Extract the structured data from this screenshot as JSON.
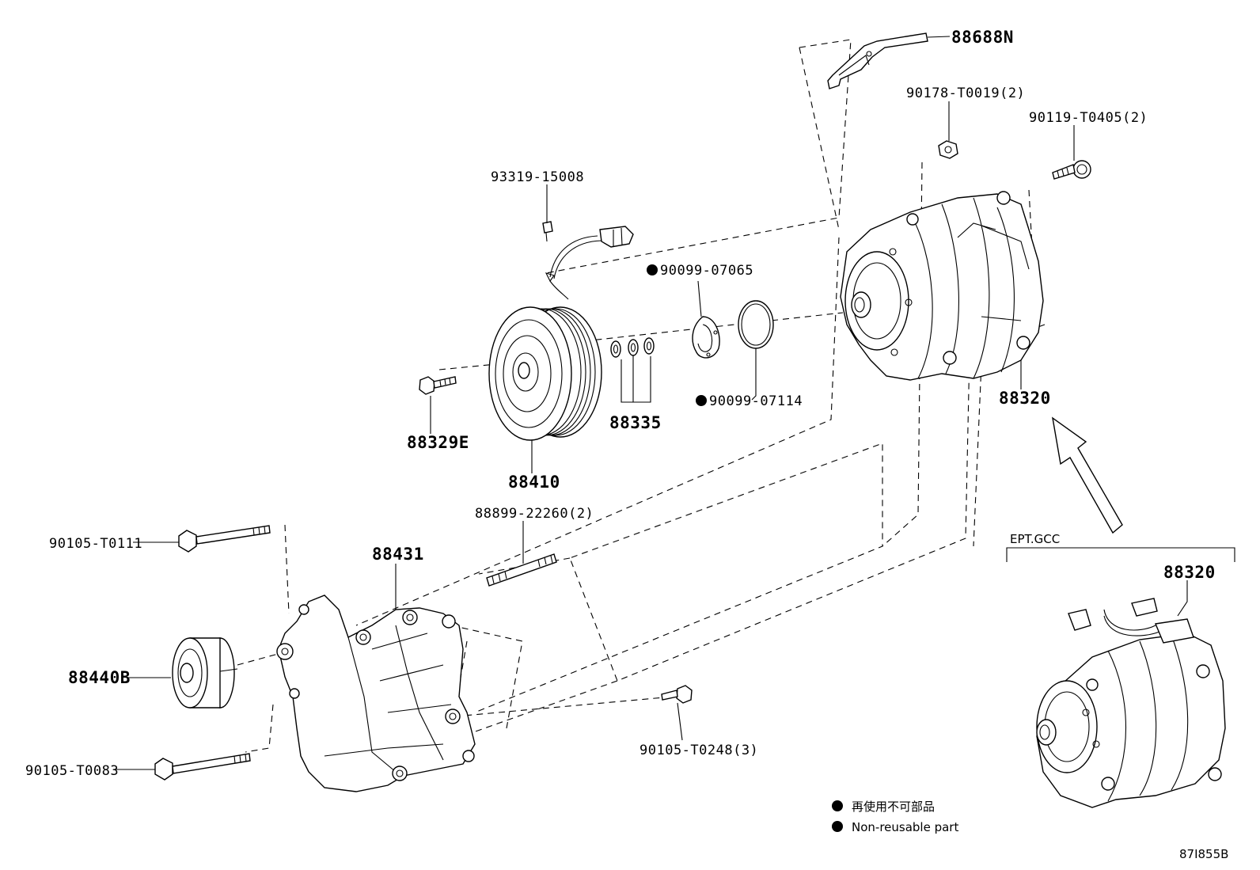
{
  "labels": {
    "p88688N": "88688N",
    "p90178": "90178-T0019(2)",
    "p90119": "90119-T0405(2)",
    "p93319": "93319-15008",
    "p90099a": "90099-07065",
    "p90099b": "90099-07114",
    "p88320": "88320",
    "p88329E": "88329E",
    "p88335": "88335",
    "p88410": "88410",
    "p88899": "88899-22260(2)",
    "p90105a": "90105-T0111",
    "p88431": "88431",
    "p88440B": "88440B",
    "p90105b": "90105-T0083",
    "p90105c": "90105-T0248(3)",
    "p88320b": "88320"
  },
  "variant": {
    "title": "EPT.GCC"
  },
  "legend": {
    "ja": "再使用不可部品",
    "en": "Non-reusable part"
  },
  "reference": "87I855B"
}
